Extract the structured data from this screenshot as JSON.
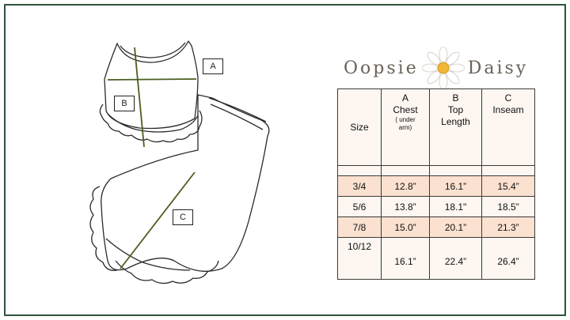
{
  "callouts": {
    "a": "A",
    "b": "B",
    "c": "C"
  },
  "logo": {
    "word1": "Oopsie",
    "word2": "Daisy"
  },
  "table": {
    "header": {
      "size": "Size",
      "a_letter": "A",
      "a_label": "Chest",
      "a_sub1": "( under",
      "a_sub2": "arm)",
      "b_letter": "B",
      "b_label1": "Top",
      "b_label2": "Length",
      "c_letter": "C",
      "c_label": "Inseam"
    },
    "rows": [
      {
        "size": "3/4",
        "chest": "12.8”",
        "top_length": "16.1”",
        "inseam": "15.4”"
      },
      {
        "size": "5/6",
        "chest": "13.8”",
        "top_length": "18.1\"",
        "inseam": "18.5”"
      },
      {
        "size": "7/8",
        "chest": "15.0”",
        "top_length": "20.1”",
        "inseam": "21.3”"
      },
      {
        "size": "10/12",
        "chest": "16.1”",
        "top_length": "22.4”",
        "inseam": "26.4”"
      }
    ]
  },
  "colors": {
    "frame": "#31523d",
    "measure_line": "#4a5f1f",
    "row_shade": "#fbe1d0",
    "row_plain": "#fdf6f1",
    "logo_text": "#6b6157",
    "daisy_center": "#f2b534"
  }
}
